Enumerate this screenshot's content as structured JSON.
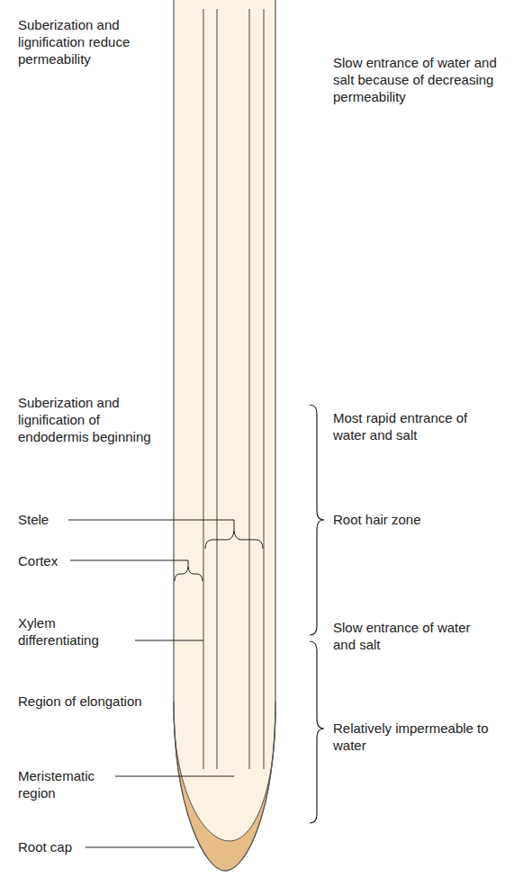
{
  "diagram": {
    "labels": [
      "Suberization and lignification reduce permeability",
      "Slow entrance of water and salt because of decreasing permeability",
      "Suberization and lignification of endodermis beginning",
      "Most rapid entrance of water and salt",
      "Stele",
      "Root hair zone",
      "Cortex",
      "Xylem differentiating",
      "Slow entrance of water and salt",
      "Region of elongation",
      "Relatively impermeable to water",
      "Meristematic region",
      "Root cap"
    ]
  }
}
